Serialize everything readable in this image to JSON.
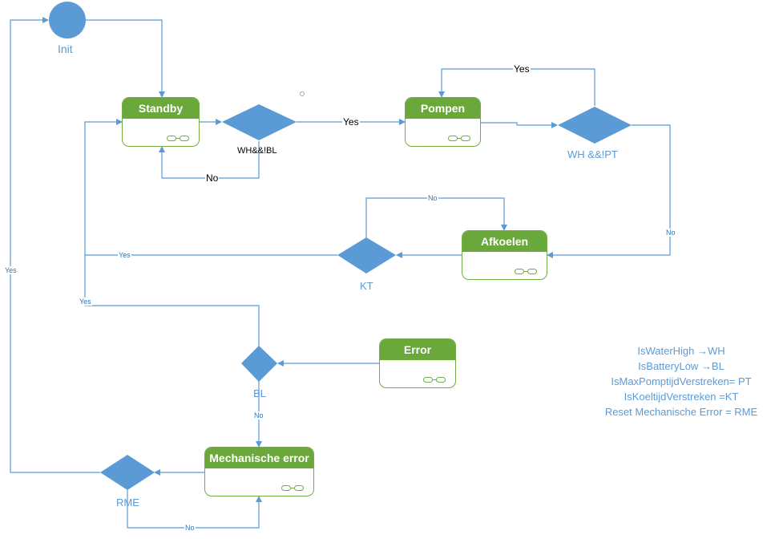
{
  "diagram": {
    "colors": {
      "edge": "#5b9bd5",
      "shape": "#5b9bd5",
      "state_fill": "#6aa83c",
      "state_border": "#70ad47"
    },
    "initial": {
      "label": "Init"
    },
    "states": {
      "standby": "Standby",
      "pompen": "Pompen",
      "afkoelen": "Afkoelen",
      "error": "Error",
      "mechanische_error": "Mechanische error"
    },
    "decisions": {
      "whbl": "WH&&!BL",
      "whpt": "WH &&!PT",
      "kt": "KT",
      "bl": "BL",
      "rme": "RME"
    },
    "edge_labels": {
      "standby_yes": "Yes",
      "standby_no": "No",
      "pompen_yes": "Yes",
      "pompen_no": "No",
      "kt_yes": "Yes",
      "kt_no": "No",
      "bl_yes": "Yes",
      "bl_no": "No",
      "rme_yes": "Yes",
      "rme_no": "No"
    },
    "legend": [
      "IsWaterHigh →WH",
      "IsBatteryLow →BL",
      "IsMaxPomptijdVerstreken= PT",
      "IsKoeltijdVerstreken =KT",
      "Reset Mechanische Error = RME"
    ]
  }
}
